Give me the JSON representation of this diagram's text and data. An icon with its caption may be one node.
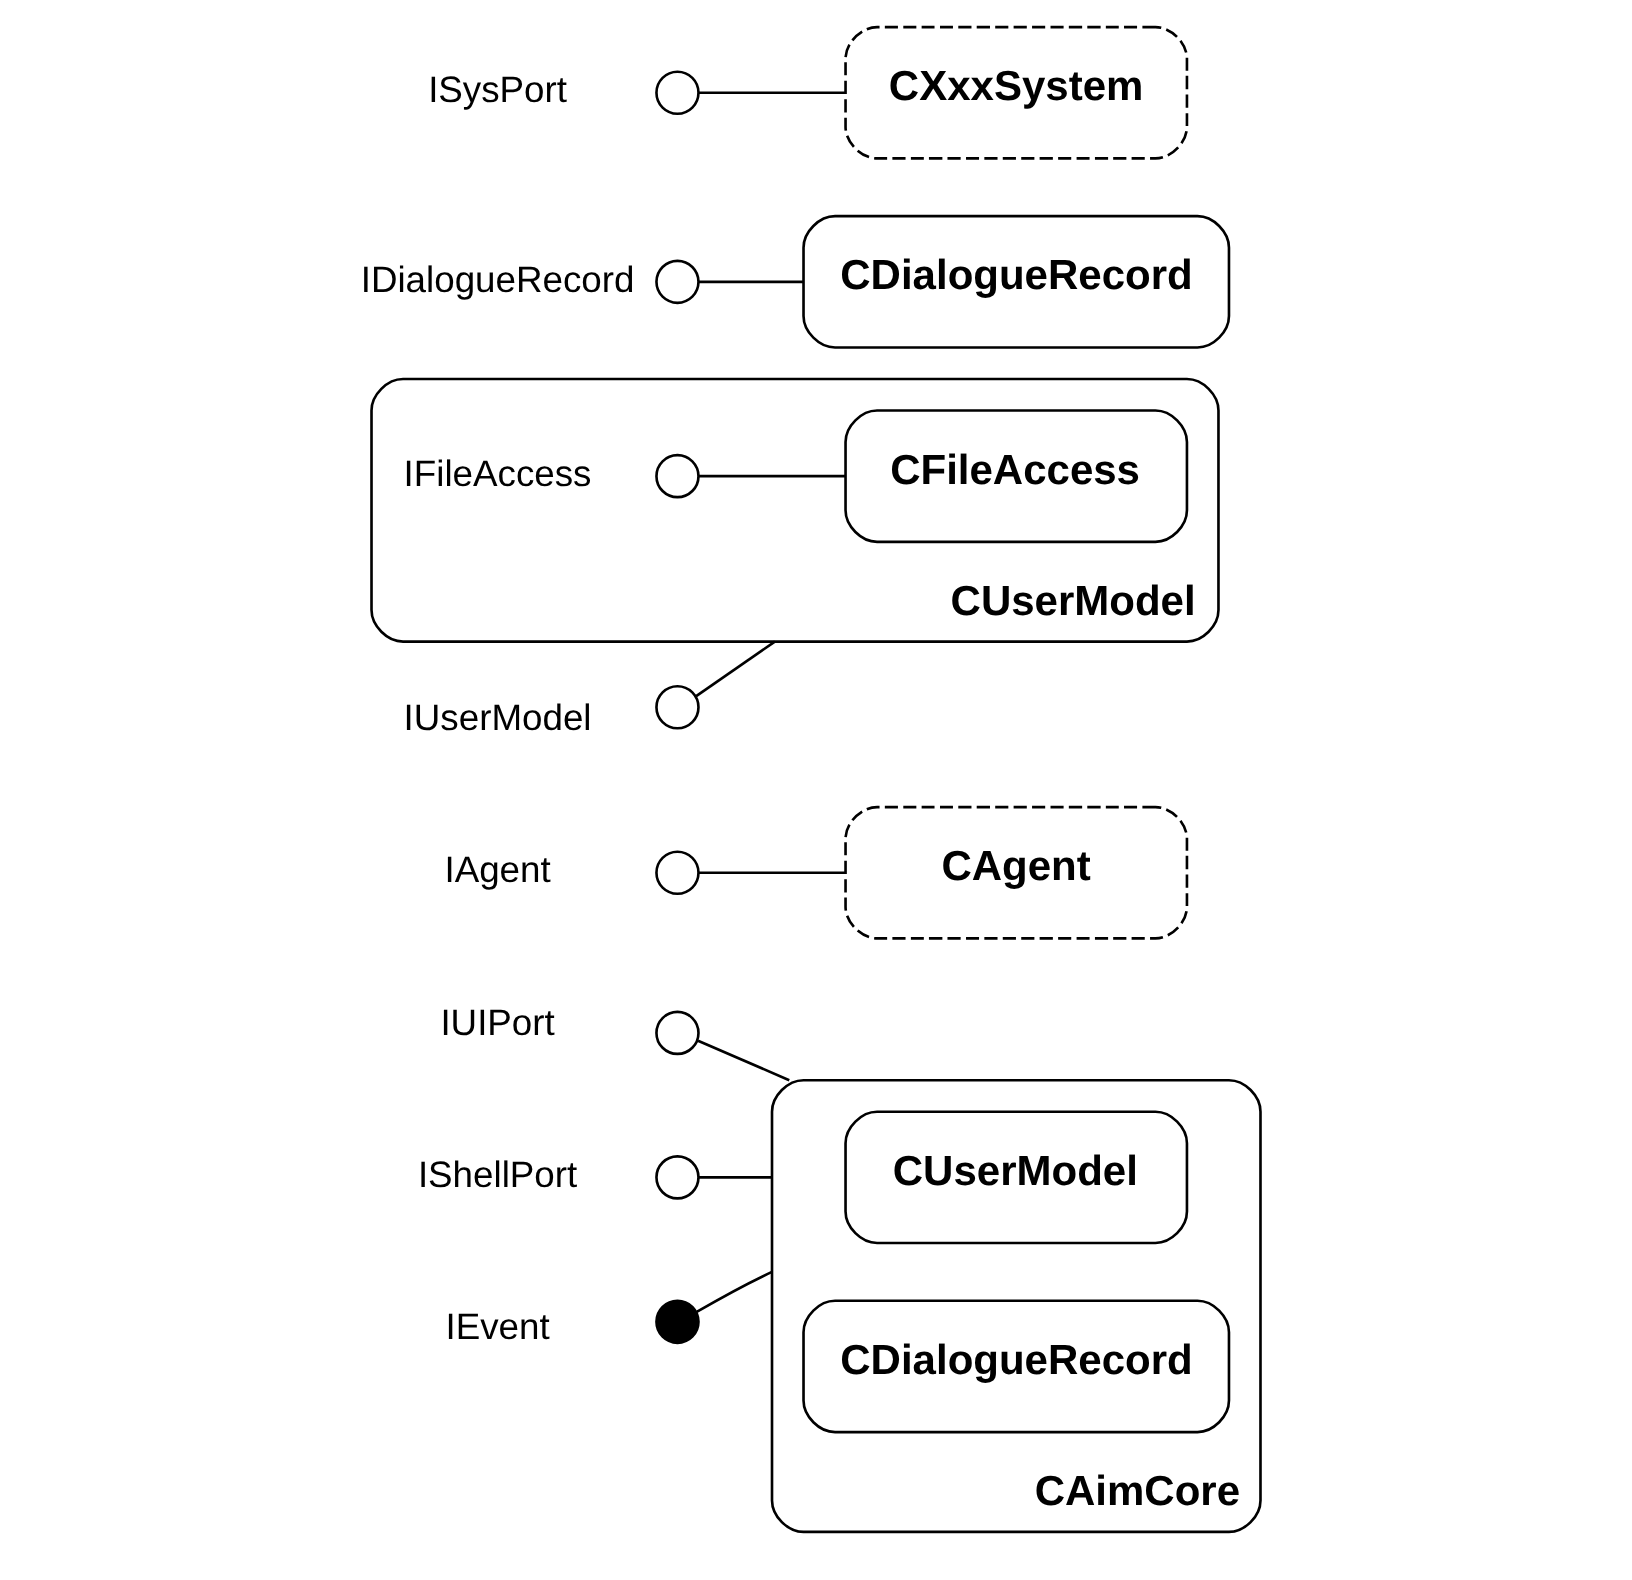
{
  "diagram": {
    "nodes": [
      {
        "text": [
          "CAimCore"
        ]
      },
      {
        "text": [
          "CUserModel"
        ],
        "in": 0
      },
      {
        "text": [
          "CDialogueRecord"
        ],
        "in": 0
      },
      {
        "text": [],
        "shape": "circle",
        "beside": [
          "IUIPort"
        ]
      },
      {
        "text": [],
        "shape": "circle",
        "beside": [
          "IShellPort"
        ]
      },
      {
        "text": [],
        "shape": "dot",
        "beside": [
          "IEvent"
        ]
      },
      {
        "text": [
          "CAgent"
        ]
      },
      {
        "text": [],
        "shape": "circle",
        "beside": [
          "IAgent"
        ]
      },
      {
        "text": [
          "CUserModel"
        ]
      },
      {
        "text": [
          "CFileAccess"
        ],
        "in": 8
      },
      {
        "text": [],
        "shape": "circle",
        "beside": [
          "IFileAccess"
        ],
        "in": 8
      },
      {
        "text": [],
        "shape": "circle",
        "beside": [
          "IUserModel"
        ]
      },
      {
        "text": [
          "CDialogueRecord"
        ]
      },
      {
        "text": [],
        "shape": "circle",
        "beside": [
          "IDialogueRecord"
        ]
      },
      {
        "text": [
          "CXxxSystem"
        ]
      },
      {
        "text": [],
        "shape": "circle",
        "beside": [
          "ISysPort"
        ]
      }
    ],
    "edges": [
      {
        "from": 3,
        "to": 0,
        "arrow": "none"
      },
      {
        "from": 4,
        "to": 0,
        "arrow": "none"
      },
      {
        "from": 5,
        "to": 0,
        "arrow": "none"
      },
      {
        "from": 7,
        "to": 6,
        "arrow": "none"
      },
      {
        "from": 11,
        "to": 8,
        "arrow": "none"
      },
      {
        "from": 10,
        "to": 9,
        "arrow": "none"
      },
      {
        "from": 13,
        "to": 12,
        "arrow": "none"
      },
      {
        "from": 15,
        "to": 14,
        "arrow": "none"
      }
    ]
  }
}
